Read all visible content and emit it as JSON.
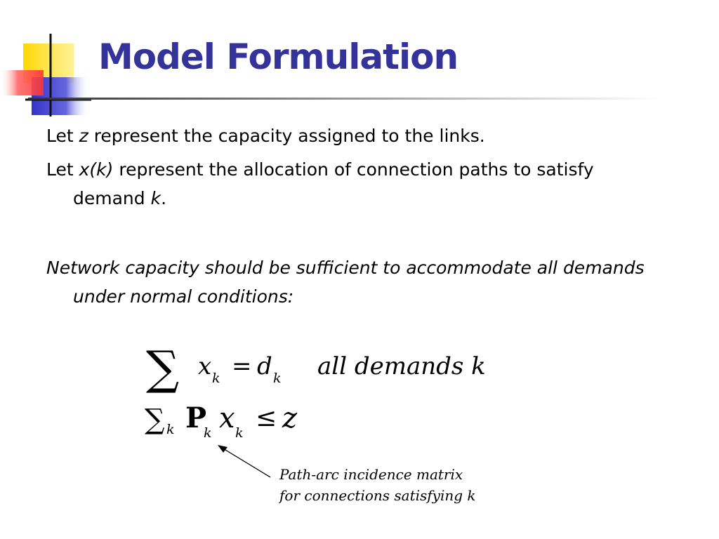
{
  "slide": {
    "title": "Model Formulation",
    "paragraphs": [
      {
        "pre": "Let ",
        "var": "z",
        "post": " represent the capacity assigned to the links."
      },
      {
        "pre": "Let ",
        "var": "x(k)",
        "mid": " represent the allocation of connection paths to satisfy demand ",
        "var2": "k",
        "post": "."
      },
      {
        "text": "Network capacity should be sufficient to accommodate all demands under normal conditions:"
      }
    ],
    "equations": {
      "eq1": {
        "sum": "∑",
        "x": "x",
        "sub_x": "k",
        "eq": "=",
        "d": "d",
        "sub_d": "k",
        "condition": "all demands k"
      },
      "eq2": {
        "sum": "∑",
        "sum_sub": "k",
        "P": "P",
        "sub_P": "k",
        "x": "x",
        "sub_x": "k",
        "leq": "≤",
        "z": "z"
      }
    },
    "annotation": {
      "line1": "Path-arc incidence matrix",
      "line2": "for connections satisfying k"
    }
  },
  "colors": {
    "title": "#333399",
    "logo_yellow": "#FFD700",
    "logo_blue": "#3333CC",
    "logo_red": "#FF3333"
  }
}
